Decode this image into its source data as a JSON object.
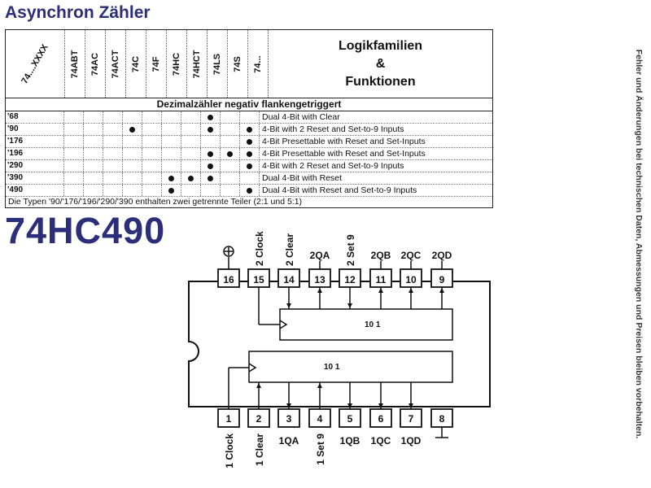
{
  "header": {
    "title": "Asynchron Zähler"
  },
  "sidenote": "Fehler und Änderungen bei technischen Daten, Abmessungen und Preisen bleiben vorbehalten.",
  "table": {
    "corner_label": "74....XXXX",
    "families": [
      "74ABT",
      "74AC",
      "74ACT",
      "74C",
      "74F",
      "74HC",
      "74HCT",
      "74LS",
      "74S",
      "74..."
    ],
    "function_header": [
      "Logikfamilien",
      "&",
      "Funktionen"
    ],
    "section_title": "Dezimalzähler negativ flankengetriggert",
    "rows": [
      {
        "type": "'68",
        "dots": [
          false,
          false,
          false,
          false,
          false,
          false,
          false,
          true,
          false,
          false
        ],
        "function": "Dual 4-Bit with Clear"
      },
      {
        "type": "'90",
        "dots": [
          false,
          false,
          false,
          true,
          false,
          false,
          false,
          true,
          false,
          true
        ],
        "function": "4-Bit with 2 Reset and Set-to-9 Inputs"
      },
      {
        "type": "'176",
        "dots": [
          false,
          false,
          false,
          false,
          false,
          false,
          false,
          false,
          false,
          true
        ],
        "function": "4-Bit Presettable with Reset and Set-Inputs"
      },
      {
        "type": "'196",
        "dots": [
          false,
          false,
          false,
          false,
          false,
          false,
          false,
          true,
          true,
          true
        ],
        "function": "4-Bit Presettable with Reset and Set-Inputs"
      },
      {
        "type": "'290",
        "dots": [
          false,
          false,
          false,
          false,
          false,
          false,
          false,
          true,
          false,
          true
        ],
        "function": "4-Bit with 2 Reset and Set-to-9 Inputs"
      },
      {
        "type": "'390",
        "dots": [
          false,
          false,
          false,
          false,
          false,
          true,
          true,
          true,
          false,
          false
        ],
        "function": "Dual 4-Bit with Reset"
      },
      {
        "type": "'490",
        "dots": [
          false,
          false,
          false,
          false,
          false,
          true,
          false,
          false,
          false,
          true
        ],
        "function": "Dual 4-Bit with Reset and Set-to-9 Inputs"
      }
    ],
    "footnote": "Die Typen '90/'176/'196/'290/'390 enthalten zwei getrennte Teiler (2:1 und 5:1)"
  },
  "part_title": "74HC490",
  "pinout": {
    "top_pins": [
      {
        "num": "16",
        "label": "⊕"
      },
      {
        "num": "15",
        "label": "2 Clock"
      },
      {
        "num": "14",
        "label": "2 Clear"
      },
      {
        "num": "13",
        "label": "2QA"
      },
      {
        "num": "12",
        "label": "2 Set 9"
      },
      {
        "num": "11",
        "label": "2QB"
      },
      {
        "num": "10",
        "label": "2QC"
      },
      {
        "num": "9",
        "label": "2QD"
      }
    ],
    "bottom_pins": [
      {
        "num": "1",
        "label": "1 Clock"
      },
      {
        "num": "2",
        "label": "1 Clear"
      },
      {
        "num": "3",
        "label": "1QA"
      },
      {
        "num": "4",
        "label": "1 Set 9"
      },
      {
        "num": "5",
        "label": "1QB"
      },
      {
        "num": "6",
        "label": "1QC"
      },
      {
        "num": "7",
        "label": "1QD"
      },
      {
        "num": "8",
        "label": "⊥"
      }
    ],
    "upper_block_label": "10 1",
    "lower_block_label": "10 1"
  }
}
